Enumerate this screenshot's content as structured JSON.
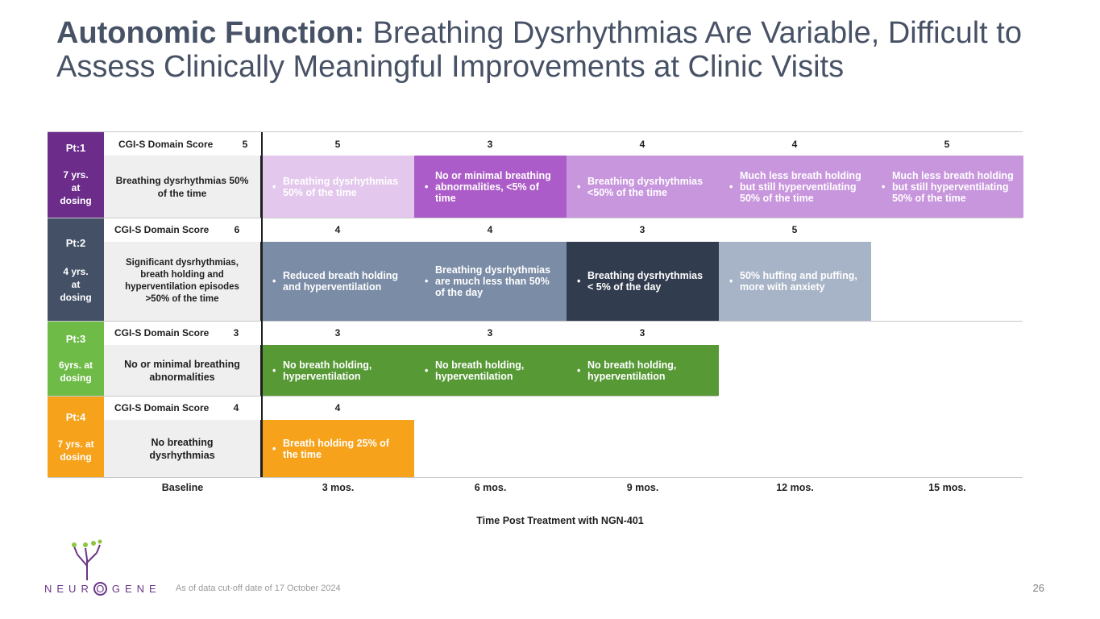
{
  "title": {
    "bold": "Autonomic Function:",
    "rest": " Breathing Dysrhythmias Are Variable, Difficult to Assess Clinically Meaningful Improvements at Clinic Visits"
  },
  "score_label": "CGI-S Domain Score",
  "bullet": "•",
  "colors": {
    "pt1_label": "#6b2c8a",
    "pt1_3mo": "#e3c7ec",
    "pt1_6mo": "#ac5cc8",
    "pt1_9mo": "#c896dd",
    "pt1_12mo": "#c896dd",
    "pt1_15mo": "#c896dd",
    "pt2_label": "#445066",
    "pt2_3mo": "#7b8ca6",
    "pt2_6mo": "#7b8ca6",
    "pt2_9mo": "#323c4f",
    "pt2_12mo": "#a7b3c6",
    "pt3_label": "#6ebc47",
    "pt3_cell": "#569935",
    "pt4_label": "#f7a21b",
    "pt4_cell": "#f7a21b"
  },
  "patients": [
    {
      "name": "Pt:1",
      "age": "7 yrs. at dosing",
      "baseline_score": "5",
      "baseline_text": "Breathing dysrhythmias 50% of the time",
      "scores": [
        "5",
        "3",
        "4",
        "4",
        "5"
      ],
      "observations": [
        "Breathing dysrhythmias 50% of the time",
        "No or minimal breathing abnormalities, <5% of time",
        "Breathing dysrhythmias <50% of the time",
        "Much less breath holding but still hyperventilating 50% of the time",
        "Much less breath holding but still hyperventilating 50% of the time"
      ]
    },
    {
      "name": "Pt:2",
      "age": "4 yrs. at dosing",
      "baseline_score": "6",
      "baseline_text": "Significant dysrhythmias, breath holding and hyperventilation episodes >50% of the time",
      "scores": [
        "4",
        "4",
        "3",
        "5"
      ],
      "observations": [
        "Reduced breath holding and hyperventilation",
        "Breathing dysrhythmias are much less than 50% of the day",
        "Breathing dysrhythmias < 5% of the day",
        "50% huffing and puffing, more with anxiety"
      ]
    },
    {
      "name": "Pt:3",
      "age": "6yrs. at dosing",
      "baseline_score": "3",
      "baseline_text": "No or minimal breathing abnormalities",
      "scores": [
        "3",
        "3",
        "3"
      ],
      "observations": [
        "No breath holding, hyperventilation",
        "No breath holding, hyperventilation",
        "No breath holding, hyperventilation"
      ]
    },
    {
      "name": "Pt:4",
      "age": "7 yrs. at dosing",
      "baseline_score": "4",
      "baseline_text": "No breathing dysrhythmias",
      "scores": [
        "4"
      ],
      "observations": [
        "Breath holding 25% of the time"
      ]
    }
  ],
  "timepoints": [
    "Baseline",
    "3 mos.",
    "6 mos.",
    "9 mos.",
    "12 mos.",
    "15 mos."
  ],
  "axis_title": "Time Post Treatment with NGN-401",
  "logo": {
    "text_left": "NEUR",
    "text_o": "O",
    "text_right": "GENE",
    "icon": "plant-icon"
  },
  "footnote": "As of data cut-off date of 17 October 2024",
  "page_number": "26"
}
